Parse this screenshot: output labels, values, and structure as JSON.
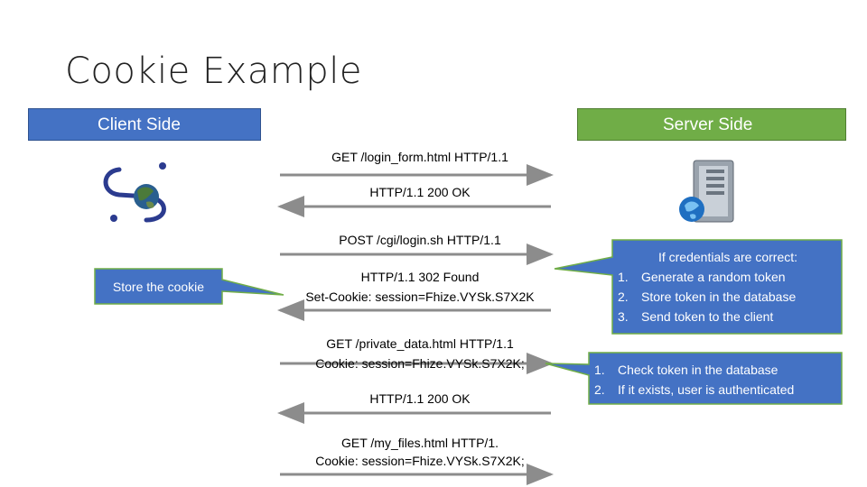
{
  "title": "Cookie Example",
  "client_side": {
    "label": "Client Side",
    "color": "#4472c4"
  },
  "server_side": {
    "label": "Server Side",
    "color": "#70ad47"
  },
  "messages": [
    "GET /login_form.html HTTP/1.1",
    "HTTP/1.1 200 OK",
    "POST /cgi/login.sh HTTP/1.1",
    "HTTP/1.1 302 Found",
    "Set-Cookie: session=Fhize.VYSk.S7X2K",
    "GET /private_data.html HTTP/1.1",
    "Cookie: session=Fhize.VYSk.S7X2K;",
    "HTTP/1.1 200 OK",
    "GET /my_files.html HTTP/1.",
    "Cookie: session=Fhize.VYSk.S7X2K;"
  ],
  "callouts": {
    "store_cookie": "Store the cookie",
    "credentials": {
      "heading": "If credentials are correct:",
      "steps": [
        {
          "num": "1.",
          "text": "Generate a random token"
        },
        {
          "num": "2.",
          "text": "Store token in the database"
        },
        {
          "num": "3.",
          "text": "Send token to the client"
        }
      ]
    },
    "check": {
      "steps": [
        {
          "num": "1.",
          "text": "Check token in the database"
        },
        {
          "num": "2.",
          "text": "If it exists, user is authenticated"
        }
      ]
    },
    "color": "#4472c4",
    "border": "#70ad47"
  },
  "icons": {
    "client": "browser-logo-icon",
    "server": "web-server-icon"
  }
}
